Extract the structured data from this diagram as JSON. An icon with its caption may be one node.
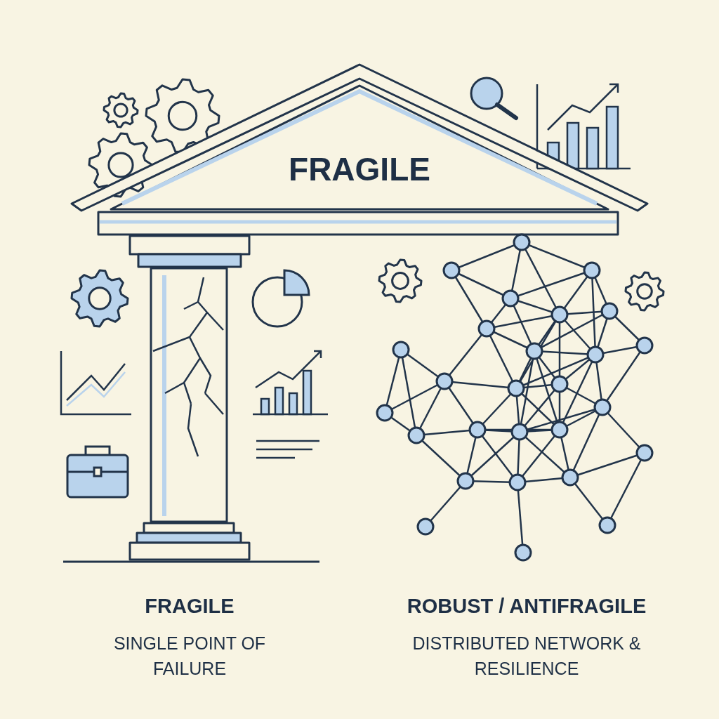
{
  "diagram": {
    "nodes": [
      {
        "text": [
          "FRAGILE"
        ]
      }
    ],
    "labels": [
      "FRAGILE",
      "SINGLE POINT OF FAILURE",
      "ROBUST / ANTIFRAGILE",
      "DISTRIBUTED NETWORK & RESILIENCE"
    ]
  }
}
